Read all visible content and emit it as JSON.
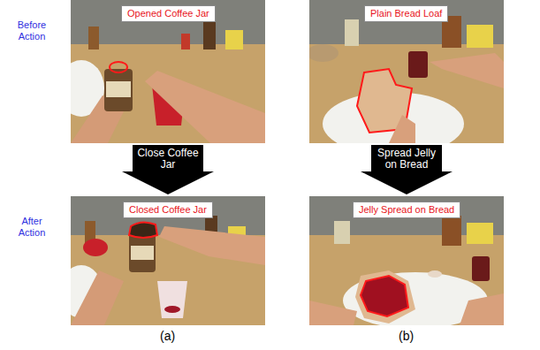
{
  "diagram": {
    "nodes": [
      {
        "text": [
          "Opened Coffee Jar"
        ]
      },
      {
        "text": [
          "Plain Bread Loaf"
        ]
      },
      {
        "text": [
          "Close Coffee Jar"
        ]
      },
      {
        "text": [
          "Spread Jelly on Bread"
        ]
      },
      {
        "text": [
          "Closed Coffee Jar"
        ]
      },
      {
        "text": [
          "Jelly Spread on Bread"
        ]
      }
    ],
    "labels": [
      "Before Action",
      "After Action",
      "(a)",
      "(b)"
    ]
  }
}
